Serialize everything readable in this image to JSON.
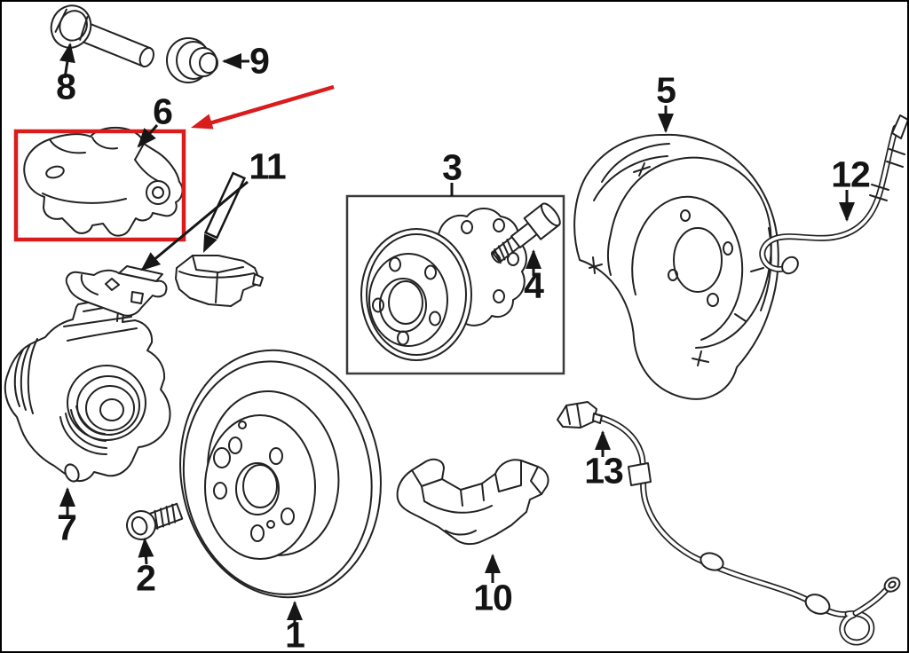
{
  "diagram": {
    "background": "#ffffff",
    "line_color": "#222222",
    "box_color": "#3a3a3a",
    "highlight_color": "#d91c1c",
    "callouts": {
      "1": "1",
      "2": "2",
      "3": "3",
      "4": "4",
      "5": "5",
      "6": "6",
      "7": "7",
      "8": "8",
      "9": "9",
      "10": "10",
      "11": "11",
      "12": "12",
      "13": "13"
    }
  }
}
